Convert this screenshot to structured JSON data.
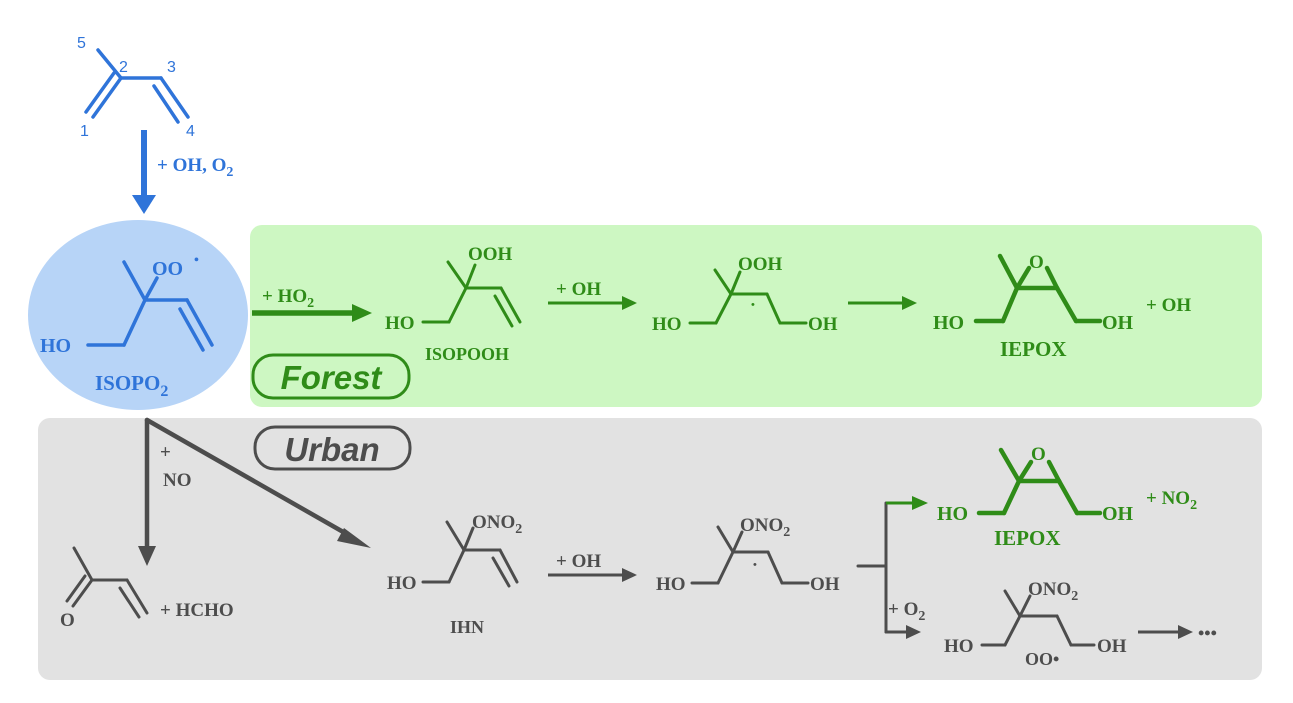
{
  "colors": {
    "blue": "#2f74d9",
    "blue_fill": "#b7d4f7",
    "green": "#2f8c18",
    "green_bg": "#cdf7c2",
    "gray": "#4d4d4d",
    "gray_bg": "#e2e2e2"
  },
  "numbers": {
    "n5": "5",
    "n2": "2",
    "n3": "3",
    "n1": "1",
    "n4": "4"
  },
  "step1": {
    "reagent": "+ OH, O",
    "sub": "2"
  },
  "isopo2": {
    "main": "ISOPO",
    "sub": "2",
    "oo": "OO",
    "dot": "•",
    "ho": "HO"
  },
  "forest": {
    "tag": "Forest",
    "ho2": "+ HO",
    "ho2_sub": "2",
    "isopooh_oh": "OOH",
    "isopooh_ho": "HO",
    "isopooh_name": "ISOPOOH",
    "oh_reagent": "+ OH",
    "rad_ooh": "OOH",
    "rad_dot": "•",
    "rad_ho": "HO",
    "rad_oh": "OH",
    "iepox_o": "O",
    "iepox_ho": "HO",
    "iepox_oh": "OH",
    "iepox_name": "IEPOX",
    "iepox_plus": "+ OH"
  },
  "urban": {
    "tag": "Urban",
    "no_plus": "+",
    "no_label": "NO",
    "mvk_o": "O",
    "hcho": "+ HCHO",
    "ihn_ono2": "ONO",
    "ihn_ono2_sub": "2",
    "ihn_ho": "HO",
    "ihn_name": "IHN",
    "oh_reagent": "+ OH",
    "rad_ono2": "ONO",
    "rad_ono2_sub": "2",
    "rad_dot": "•",
    "rad_ho": "HO",
    "rad_oh": "OH",
    "iepox_o": "O",
    "iepox_ho": "HO",
    "iepox_oh": "OH",
    "iepox_name": "IEPOX",
    "iepox_plus": "+ NO",
    "iepox_plus_sub": "2",
    "o2_reagent": "+ O",
    "o2_sub": "2",
    "per_ono2": "ONO",
    "per_ono2_sub": "2",
    "per_ho": "HO",
    "per_oo": "OO•",
    "per_oh": "OH",
    "ellipsis": "•••"
  }
}
